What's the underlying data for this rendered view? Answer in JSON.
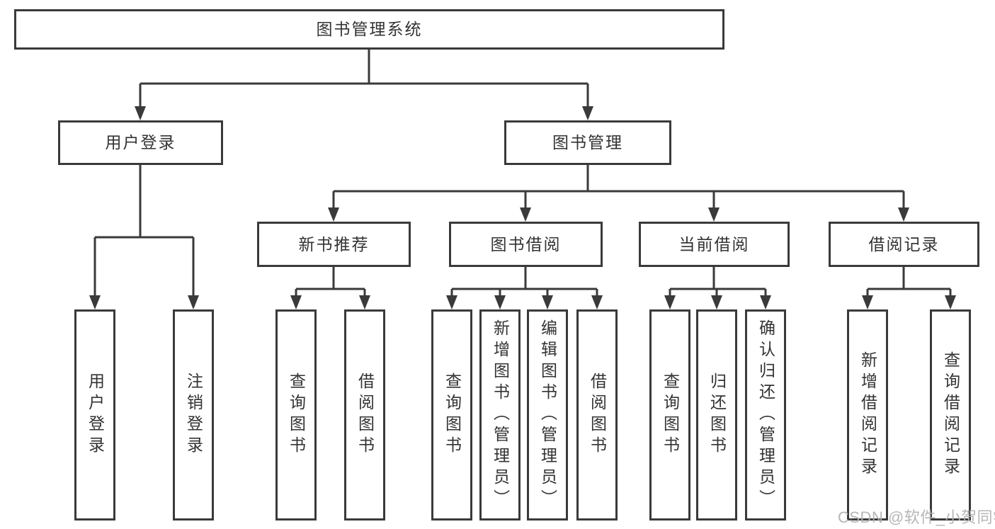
{
  "diagram": {
    "root": {
      "label": "图书管理系统",
      "children": [
        {
          "label": "用户登录",
          "children": [
            {
              "label": "用户登录"
            },
            {
              "label": "注销登录"
            }
          ]
        },
        {
          "label": "图书管理",
          "children": [
            {
              "label": "新书推荐",
              "children": [
                {
                  "label": "查询图书"
                },
                {
                  "label": "借阅图书"
                }
              ]
            },
            {
              "label": "图书借阅",
              "children": [
                {
                  "label": "查询图书"
                },
                {
                  "label": "新增图书（管理员）"
                },
                {
                  "label": "编辑图书（管理员）"
                },
                {
                  "label": "借阅图书"
                }
              ]
            },
            {
              "label": "当前借阅",
              "children": [
                {
                  "label": "查询图书"
                },
                {
                  "label": "归还图书"
                },
                {
                  "label": "确认归还（管理员）"
                }
              ]
            },
            {
              "label": "借阅记录",
              "children": [
                {
                  "label": "新增借阅记录"
                },
                {
                  "label": "查询借阅记录"
                }
              ]
            }
          ]
        }
      ]
    },
    "watermark": "CSDN @软件_小贺同学",
    "colors": {
      "line": "#3a3a3a",
      "box_background": "#ffffff",
      "text": "#333333",
      "watermark": "#b2b2b2"
    }
  }
}
